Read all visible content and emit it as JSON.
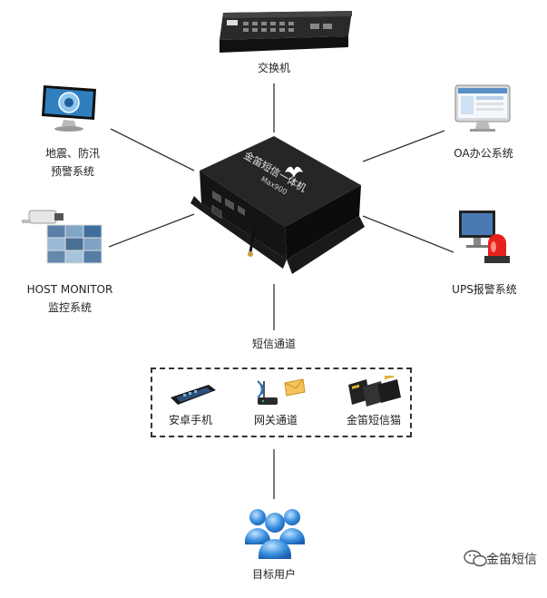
{
  "center_device": {
    "label_line1": "金笛短信一体机",
    "label_line2": "Max900"
  },
  "nodes": {
    "switch": "交换机",
    "disaster_line1": "地震、防汛",
    "disaster_line2": "预警系统",
    "oa": "OA办公系统",
    "host_monitor_line1": "HOST MONITOR",
    "host_monitor_line2": "监控系统",
    "ups": "UPS报警系统",
    "sms_channel": "短信通道",
    "target_user": "目标用户"
  },
  "channels": {
    "android": "安卓手机",
    "gateway": "网关通道",
    "modem": "金笛短信猫"
  },
  "watermark": {
    "text": "金笛短信"
  },
  "colors": {
    "device_body": "#1e1e1e",
    "line": "#333333",
    "user_blue": "#3a8fe0"
  }
}
